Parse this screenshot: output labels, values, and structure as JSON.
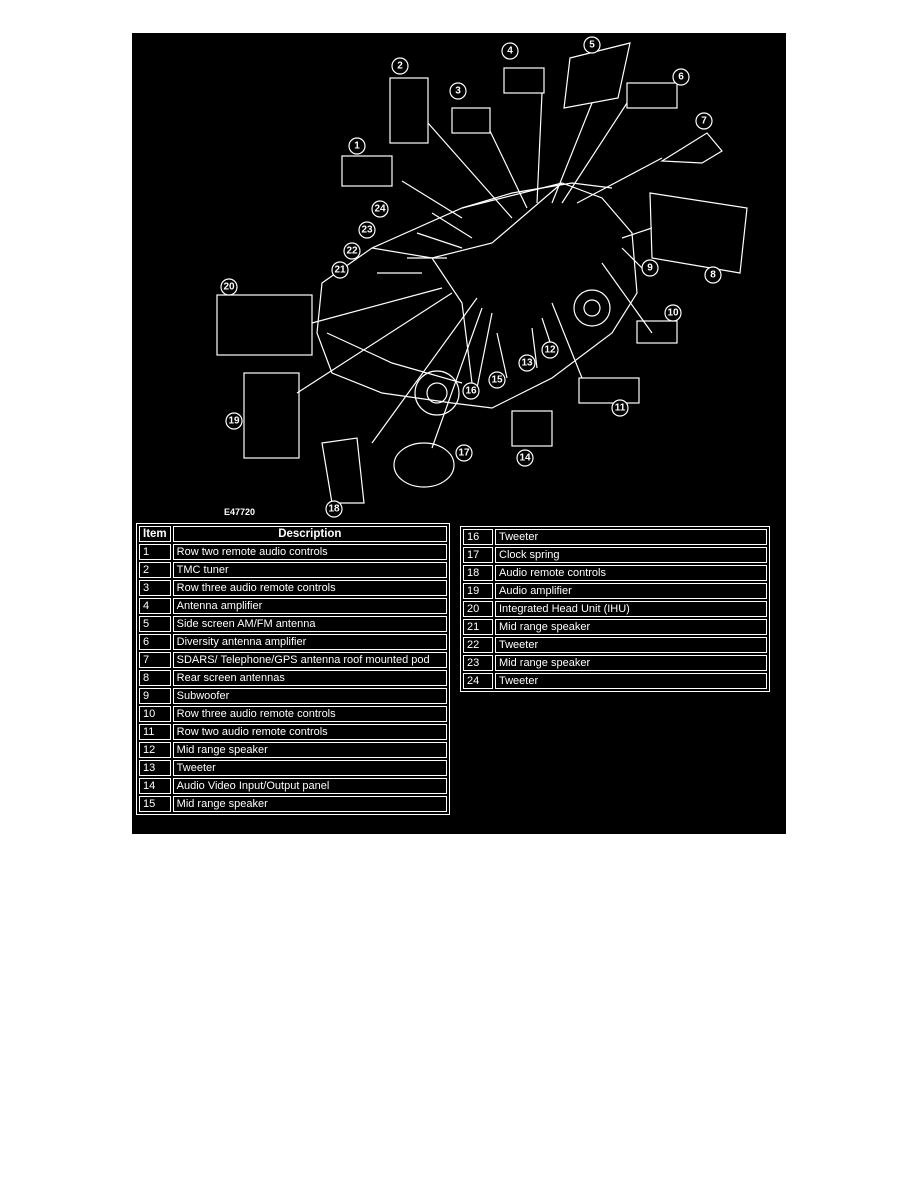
{
  "figure_id": "E47720",
  "table": {
    "header_item": "Item",
    "header_description": "Description",
    "left_rows": [
      {
        "item": "1",
        "description": "Row two remote audio controls"
      },
      {
        "item": "2",
        "description": "TMC tuner"
      },
      {
        "item": "3",
        "description": "Row three audio remote controls"
      },
      {
        "item": "4",
        "description": "Antenna amplifier"
      },
      {
        "item": "5",
        "description": "Side screen AM/FM antenna"
      },
      {
        "item": "6",
        "description": "Diversity antenna amplifier"
      },
      {
        "item": "7",
        "description": "SDARS/ Telephone/GPS antenna roof mounted pod"
      },
      {
        "item": "8",
        "description": "Rear screen antennas"
      },
      {
        "item": "9",
        "description": "Subwoofer"
      },
      {
        "item": "10",
        "description": "Row three audio remote controls"
      },
      {
        "item": "11",
        "description": "Row two audio remote controls"
      },
      {
        "item": "12",
        "description": "Mid range speaker"
      },
      {
        "item": "13",
        "description": "Tweeter"
      },
      {
        "item": "14",
        "description": "Audio Video Input/Output panel"
      },
      {
        "item": "15",
        "description": "Mid range speaker"
      }
    ],
    "right_rows": [
      {
        "item": "16",
        "description": "Tweeter"
      },
      {
        "item": "17",
        "description": "Clock spring"
      },
      {
        "item": "18",
        "description": "Audio remote controls"
      },
      {
        "item": "19",
        "description": "Audio amplifier"
      },
      {
        "item": "20",
        "description": "Integrated Head Unit (IHU)"
      },
      {
        "item": "21",
        "description": "Mid range speaker"
      },
      {
        "item": "22",
        "description": "Tweeter"
      },
      {
        "item": "23",
        "description": "Mid range speaker"
      },
      {
        "item": "24",
        "description": "Tweeter"
      }
    ]
  },
  "callouts": [
    "1",
    "2",
    "3",
    "4",
    "5",
    "6",
    "7",
    "8",
    "9",
    "10",
    "11",
    "12",
    "13",
    "14",
    "15",
    "16",
    "17",
    "18",
    "19",
    "20",
    "21",
    "22",
    "23",
    "24"
  ]
}
